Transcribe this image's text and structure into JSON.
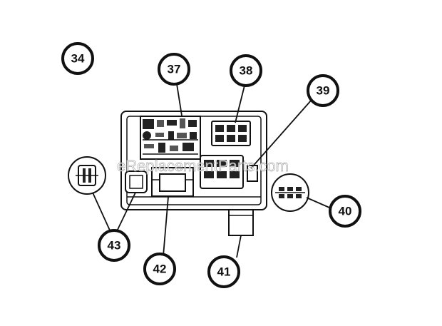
{
  "callouts": {
    "c34": "34",
    "c37": "37",
    "c38": "38",
    "c39": "39",
    "c40": "40",
    "c41": "41",
    "c42": "42",
    "c43": "43"
  },
  "watermark": "eReplacementParts.com"
}
